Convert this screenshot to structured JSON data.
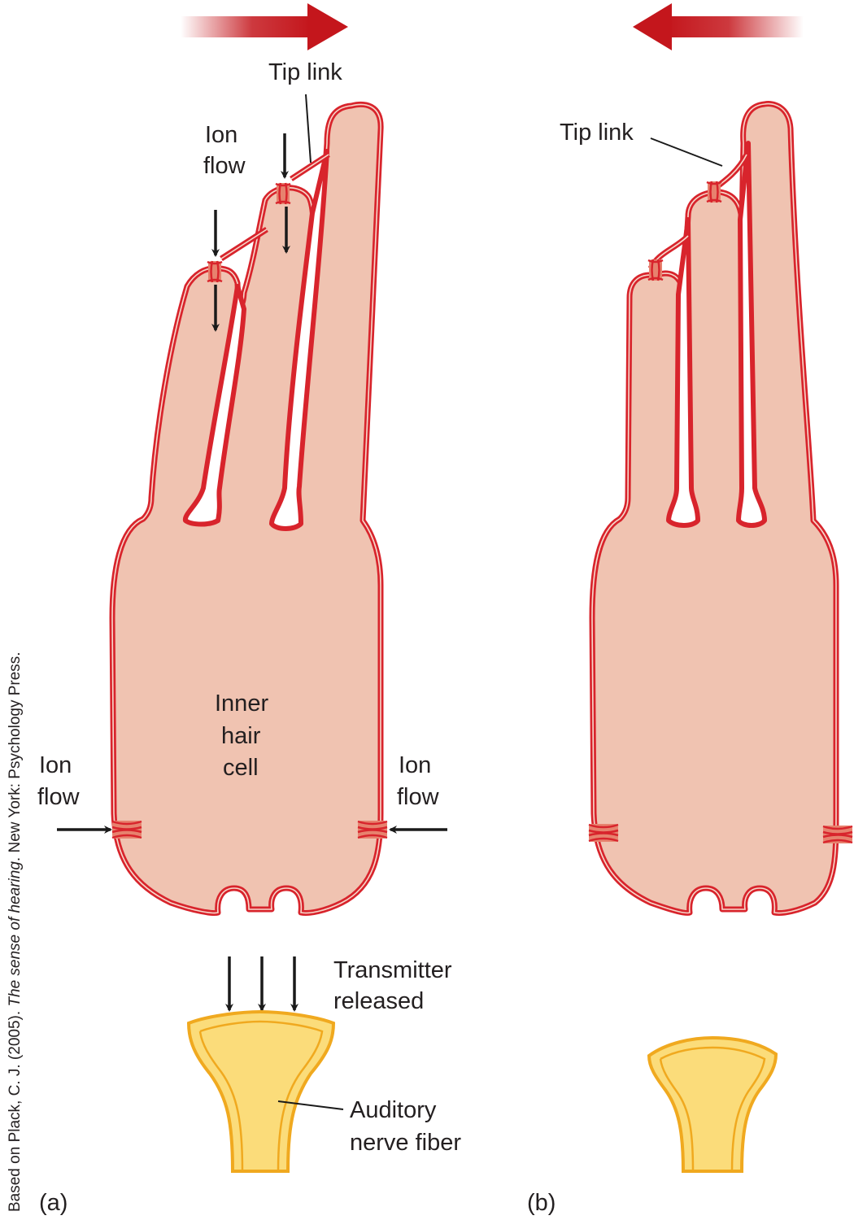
{
  "labels": {
    "tip_link_a": "Tip link",
    "ion_flow_top_1": "Ion",
    "ion_flow_top_2": "flow",
    "inner_1": "Inner",
    "inner_2": "hair",
    "inner_3": "cell",
    "ion_left_1": "Ion",
    "ion_left_2": "flow",
    "ion_right_1": "Ion",
    "ion_right_2": "flow",
    "transmitter_1": "Transmitter",
    "transmitter_2": "released",
    "auditory_1": "Auditory",
    "auditory_2": "nerve fiber",
    "tip_link_b": "Tip link",
    "panel_a": "(a)",
    "panel_b": "(b)"
  },
  "credit": {
    "part1": "Based on Plack, C. J. (2005). ",
    "title": "The sense of hearing",
    "part2": ". New York: Psychology Press."
  },
  "colors": {
    "membrane": "#d8242c",
    "cell_fill": "#f0c3b1",
    "nerve_fill": "#fbdc7a",
    "nerve_stroke": "#f0a91f",
    "arrow_red": "#c4161c",
    "text": "#231f20"
  }
}
